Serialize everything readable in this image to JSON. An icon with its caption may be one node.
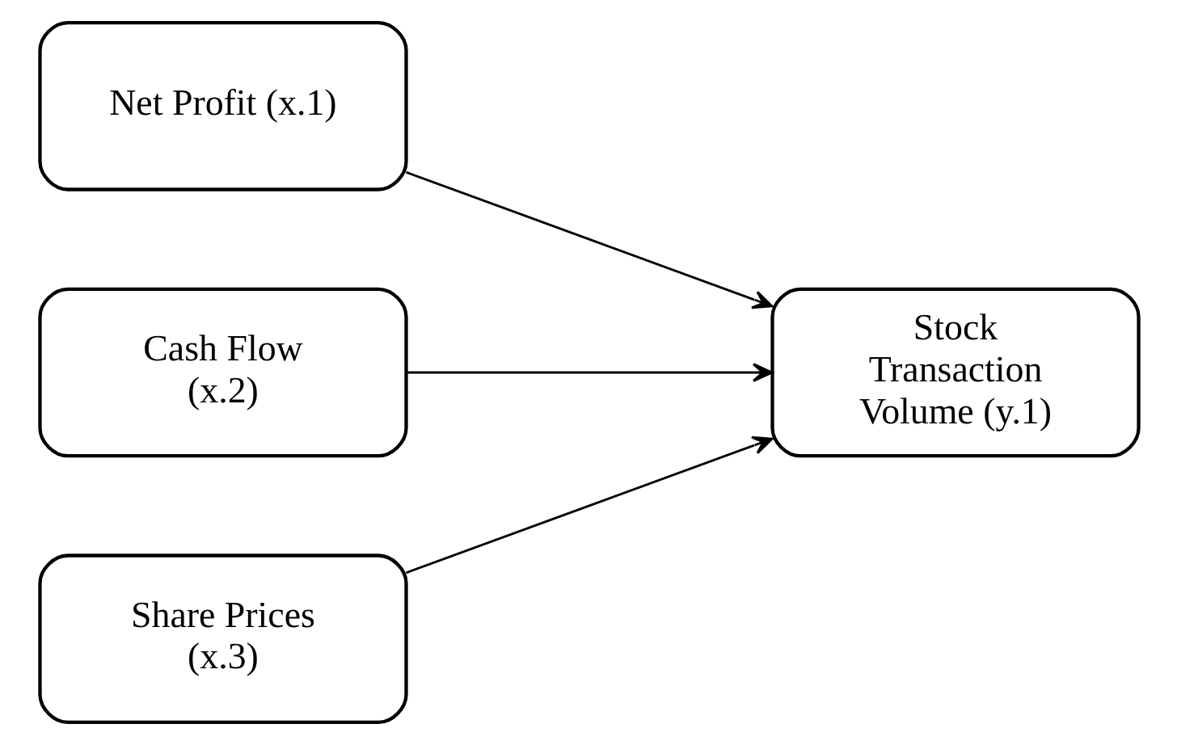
{
  "diagram": {
    "nodes": [
      {
        "text": [
          "Net Profit (x.1)"
        ]
      },
      {
        "text": [
          "Cash Flow (x.2)"
        ]
      },
      {
        "text": [
          "Share Prices (x.3)"
        ]
      },
      {
        "text": [
          "Stock Transaction Volume (y.1)"
        ]
      }
    ],
    "edges": [
      {
        "from": 0,
        "to": 3,
        "arrow": "to"
      },
      {
        "from": 1,
        "to": 3,
        "arrow": "to"
      },
      {
        "from": 2,
        "to": 3,
        "arrow": "to"
      }
    ]
  }
}
